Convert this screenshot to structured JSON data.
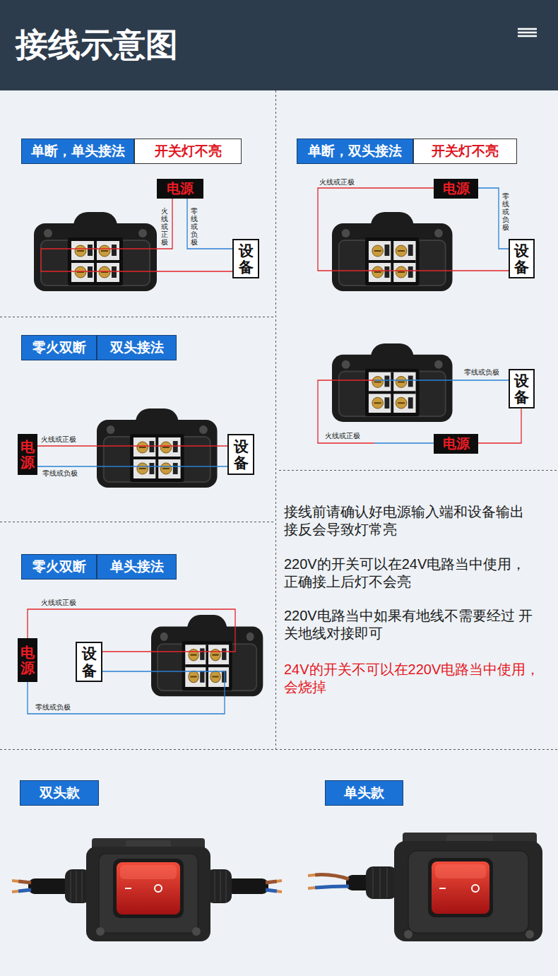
{
  "diagram": {
    "title": "接线示意图",
    "nodes": [
      {
        "text": [
          "单断，单头接法"
        ]
      },
      {
        "text": [
          "开关灯不亮"
        ]
      },
      {
        "text": [
          "电源"
        ]
      },
      {
        "text": [
          "设备"
        ]
      },
      {
        "text": [
          "单断，双头接法"
        ]
      },
      {
        "text": [
          "开关灯不亮"
        ]
      },
      {
        "text": [
          "电源"
        ]
      },
      {
        "text": [
          "设备"
        ]
      },
      {
        "text": [
          "设备"
        ]
      },
      {
        "text": [
          "电源"
        ]
      },
      {
        "text": [
          "零火双断"
        ]
      },
      {
        "text": [
          "双头接法"
        ]
      },
      {
        "text": [
          "电源"
        ]
      },
      {
        "text": [
          "设备"
        ]
      },
      {
        "text": [
          "零火双断"
        ]
      },
      {
        "text": [
          "单头接法"
        ]
      },
      {
        "text": [
          "电源"
        ]
      },
      {
        "text": [
          "设备"
        ]
      },
      {
        "text": [
          "双头款"
        ]
      },
      {
        "text": [
          "单头款"
        ]
      }
    ],
    "edges": [
      {
        "from": 2,
        "to": 3,
        "arrow": "none",
        "label": "火线或正极"
      },
      {
        "from": 2,
        "to": 3,
        "arrow": "none",
        "label": "零线或负极"
      },
      {
        "from": 6,
        "to": 7,
        "arrow": "none",
        "label": "火线或正极"
      },
      {
        "from": 6,
        "to": 7,
        "arrow": "none",
        "label": "零线或负极"
      },
      {
        "from": 9,
        "to": 8,
        "arrow": "none",
        "label": "火线或正极"
      },
      {
        "from": 9,
        "to": 8,
        "arrow": "none"
      },
      {
        "from": 12,
        "to": 13,
        "arrow": "none",
        "label": "火线或正极"
      },
      {
        "from": 12,
        "to": 13,
        "arrow": "none",
        "label": "零线或负极"
      },
      {
        "from": 16,
        "to": 17,
        "arrow": "none",
        "label": "火线或正极"
      },
      {
        "from": 16,
        "to": 17,
        "arrow": "none",
        "label": "零线或负极"
      }
    ],
    "labels": [
      "零线或负极",
      "接线前请确认好电源输入端和设备输出 接反会导致灯常亮",
      "220V的开关可以在24V电路当中使用， 正确接上后灯不会亮",
      "220V电路当中如果有地线不需要经过 开关地线对接即可",
      "24V的开关不可以在220V电路当中使用， 会烧掉"
    ]
  }
}
